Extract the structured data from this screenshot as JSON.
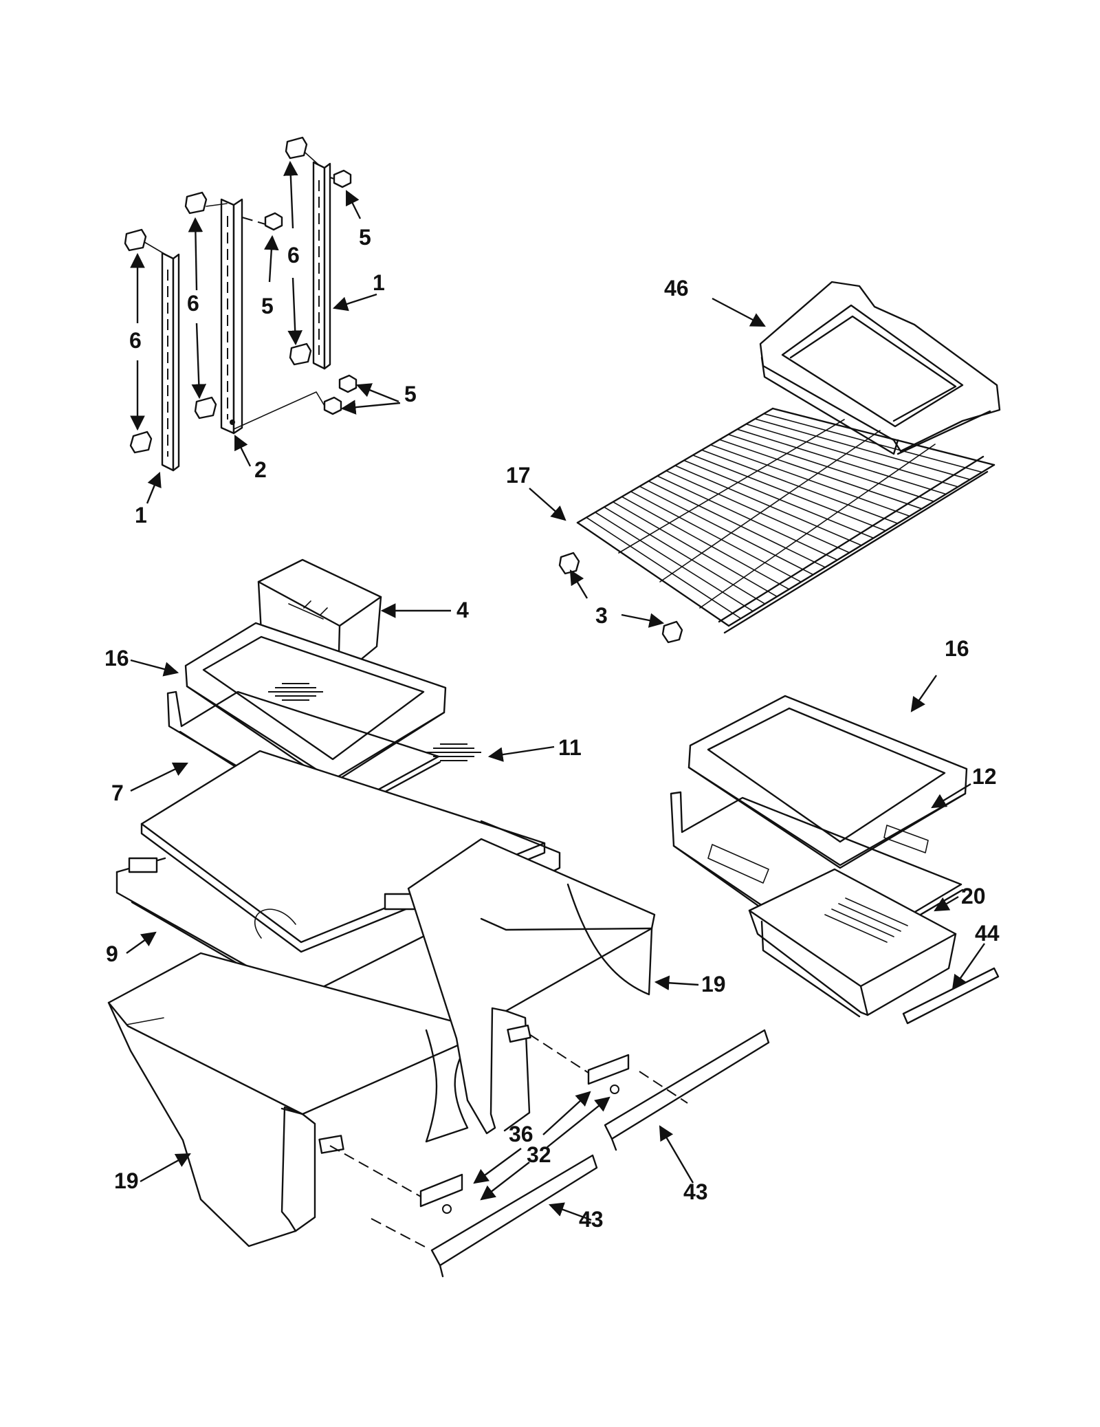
{
  "diagram": {
    "callouts": [
      {
        "id": "lbl-1a",
        "text": "1"
      },
      {
        "id": "lbl-1b",
        "text": "1"
      },
      {
        "id": "lbl-2",
        "text": "2"
      },
      {
        "id": "lbl-3",
        "text": "3"
      },
      {
        "id": "lbl-4",
        "text": "4"
      },
      {
        "id": "lbl-5a",
        "text": "5"
      },
      {
        "id": "lbl-5b",
        "text": "5"
      },
      {
        "id": "lbl-5c",
        "text": "5"
      },
      {
        "id": "lbl-6a",
        "text": "6"
      },
      {
        "id": "lbl-6b",
        "text": "6"
      },
      {
        "id": "lbl-6c",
        "text": "6"
      },
      {
        "id": "lbl-7",
        "text": "7"
      },
      {
        "id": "lbl-9",
        "text": "9"
      },
      {
        "id": "lbl-11",
        "text": "11"
      },
      {
        "id": "lbl-12",
        "text": "12"
      },
      {
        "id": "lbl-16a",
        "text": "16"
      },
      {
        "id": "lbl-16b",
        "text": "16"
      },
      {
        "id": "lbl-17",
        "text": "17"
      },
      {
        "id": "lbl-19a",
        "text": "19"
      },
      {
        "id": "lbl-19b",
        "text": "19"
      },
      {
        "id": "lbl-20",
        "text": "20"
      },
      {
        "id": "lbl-32",
        "text": "32"
      },
      {
        "id": "lbl-36",
        "text": "36"
      },
      {
        "id": "lbl-43a",
        "text": "43"
      },
      {
        "id": "lbl-43b",
        "text": "43"
      },
      {
        "id": "lbl-44",
        "text": "44"
      },
      {
        "id": "lbl-46",
        "text": "46"
      }
    ]
  }
}
